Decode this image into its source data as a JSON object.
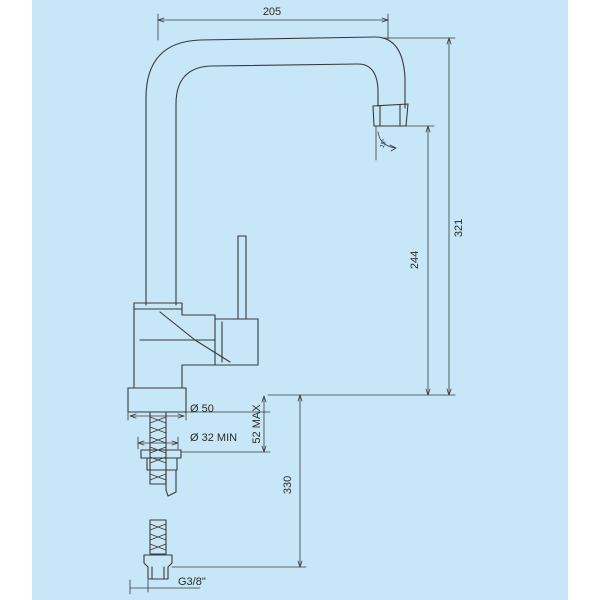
{
  "colors": {
    "background": "#c7e6f7",
    "line": "#3a3a3a"
  },
  "dimensions": {
    "width_top": "205",
    "height_total": "321",
    "height_spout": "244",
    "height_hose": "330",
    "base_diameter": "Ø 50",
    "hole_min": "Ø 32 MIN",
    "deck_max": "52 MAX",
    "thread": "G3/8\""
  },
  "annotation": {
    "rotation_mark": "15°"
  }
}
